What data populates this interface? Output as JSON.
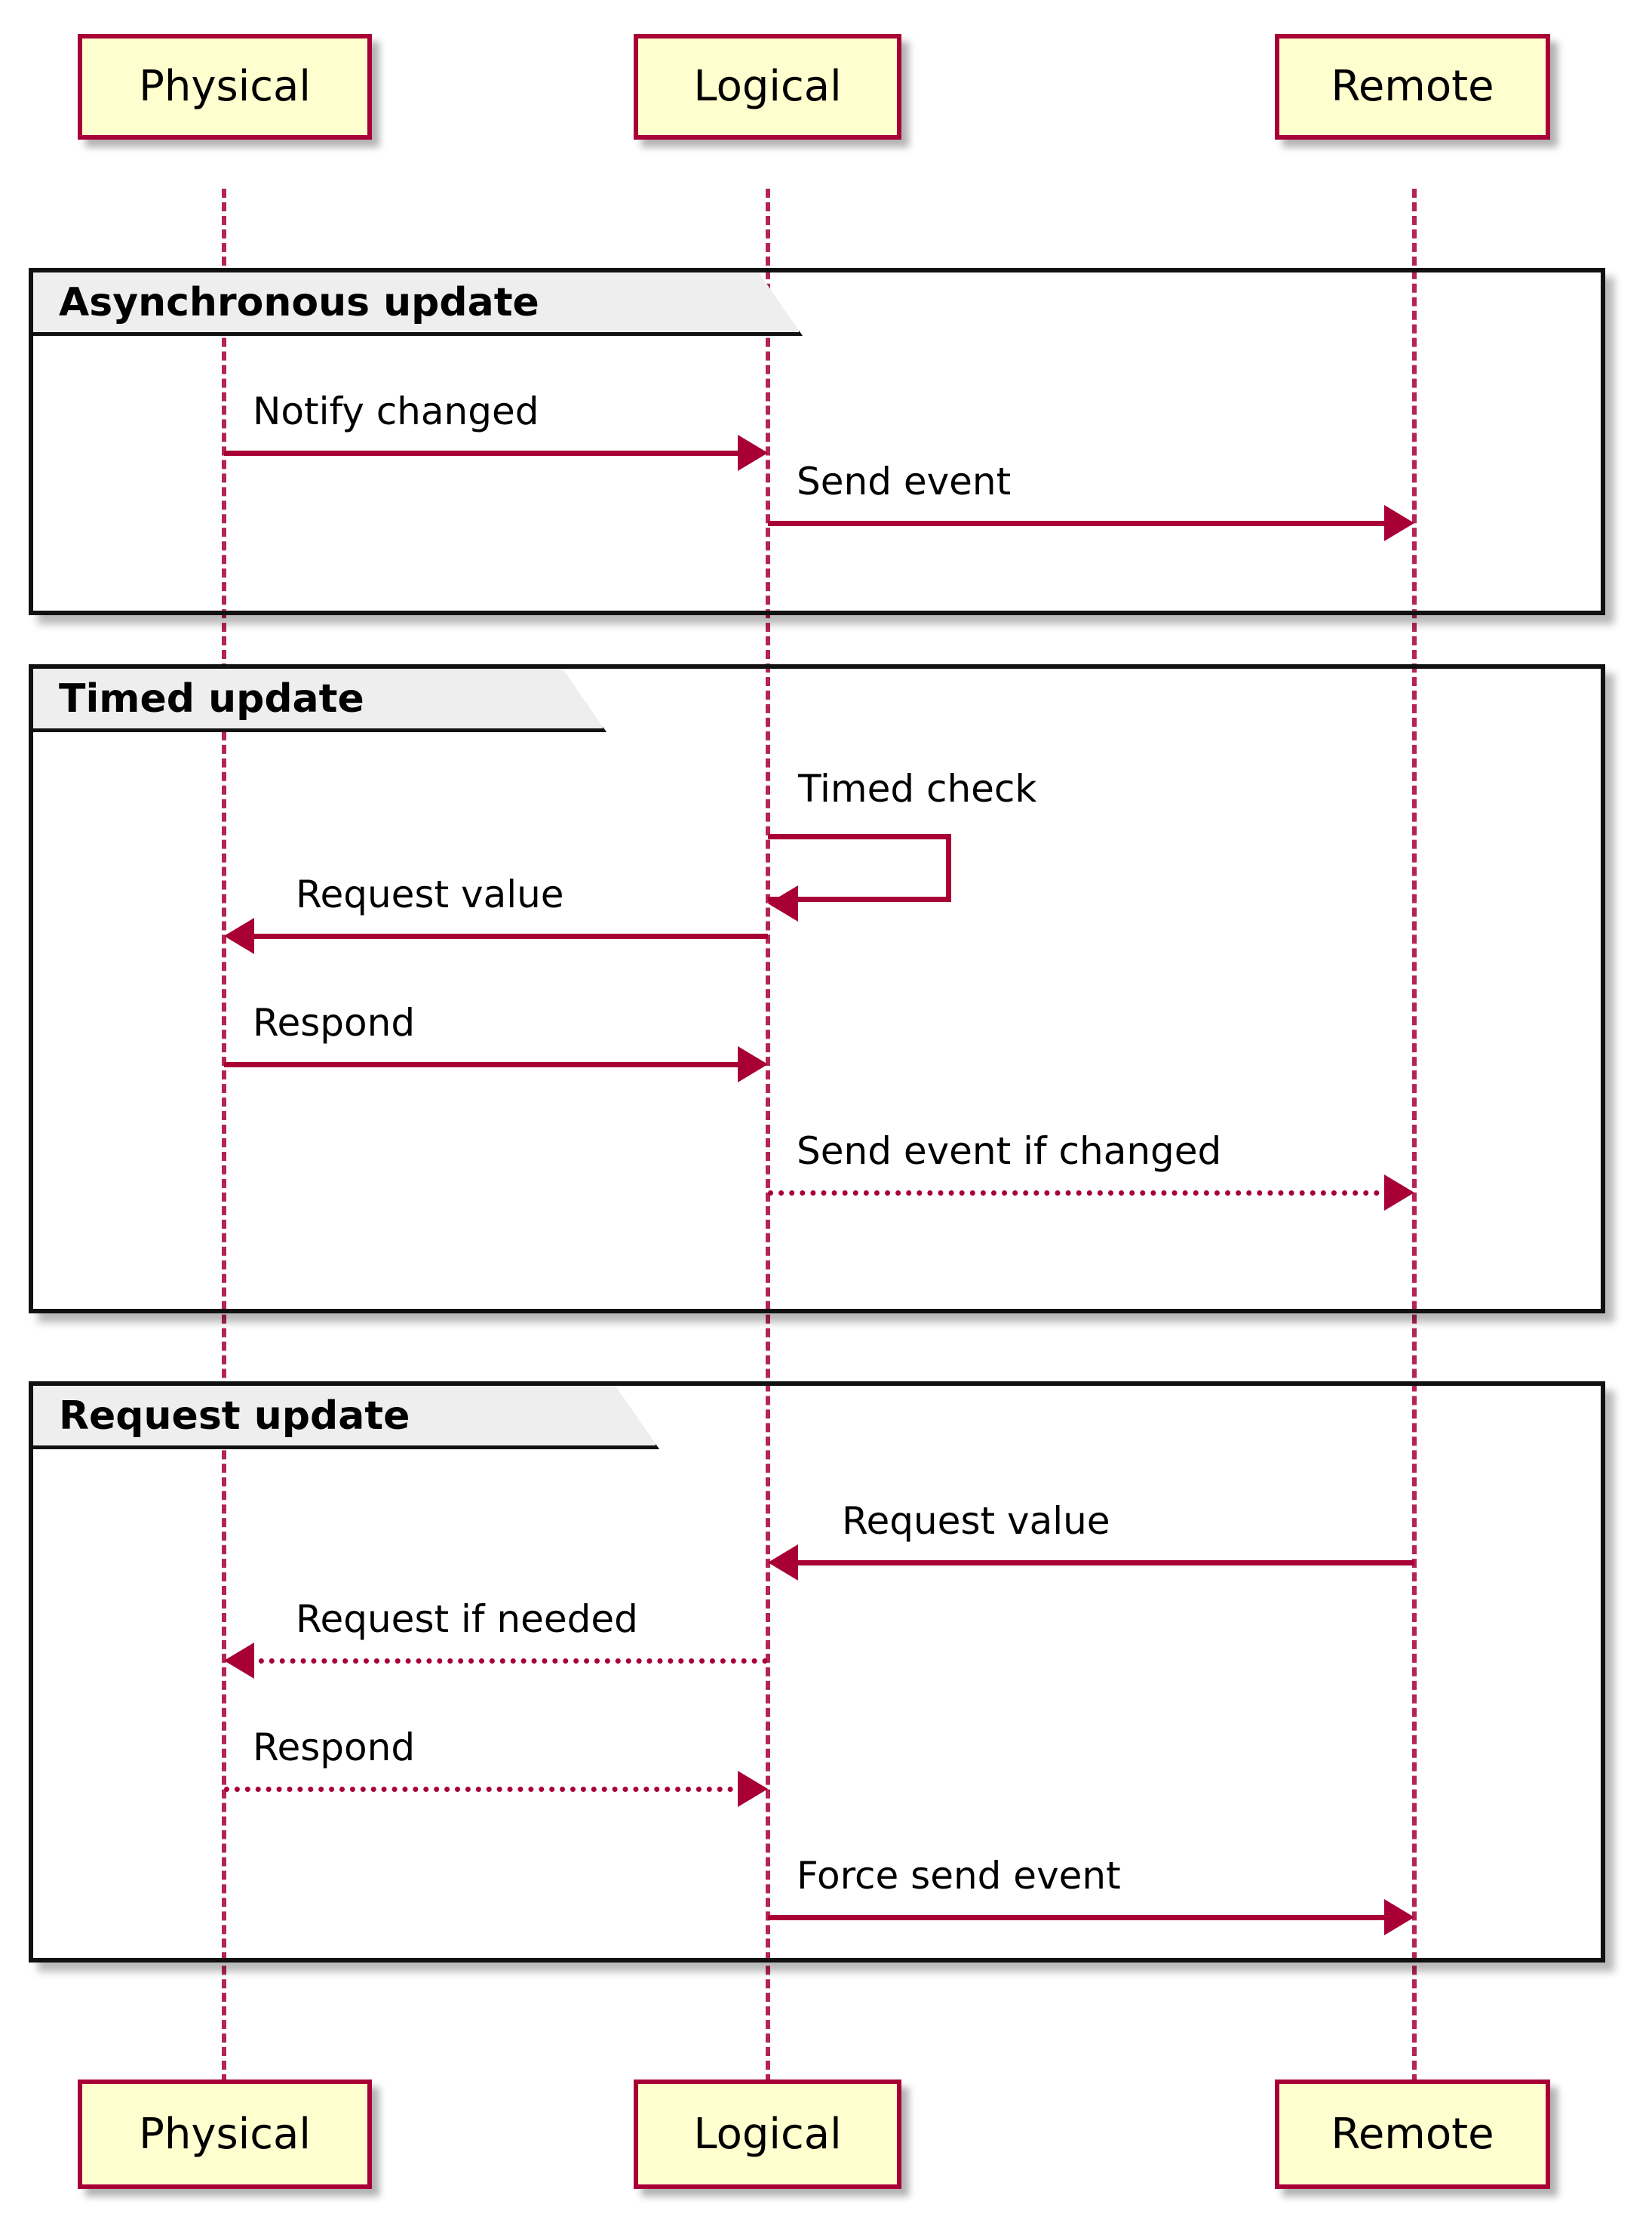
{
  "diagram": {
    "type": "uml-sequence-diagram",
    "colors": {
      "accent": "#A80036",
      "participant_fill": "#FEFECE",
      "frame_border": "#111111",
      "frame_tab_fill": "#EEEEEE",
      "text": "#000000"
    }
  },
  "participants": [
    {
      "id": "physical",
      "label": "Physical"
    },
    {
      "id": "logical",
      "label": "Logical"
    },
    {
      "id": "remote",
      "label": "Remote"
    }
  ],
  "participants_footer": [
    {
      "id": "physical",
      "label": "Physical"
    },
    {
      "id": "logical",
      "label": "Logical"
    },
    {
      "id": "remote",
      "label": "Remote"
    }
  ],
  "frames": [
    {
      "id": "asynchronous-update",
      "label": "Asynchronous update",
      "messages": [
        {
          "id": "notify-changed",
          "label": "Notify changed",
          "from": "physical",
          "to": "logical",
          "style": "solid",
          "direction": "right"
        },
        {
          "id": "send-event",
          "label": "Send event",
          "from": "logical",
          "to": "remote",
          "style": "solid",
          "direction": "right"
        }
      ]
    },
    {
      "id": "timed-update",
      "label": "Timed update",
      "messages": [
        {
          "id": "timed-check",
          "label": "Timed check",
          "from": "logical",
          "to": "logical",
          "style": "solid",
          "direction": "self"
        },
        {
          "id": "request-value-timed",
          "label": "Request value",
          "from": "logical",
          "to": "physical",
          "style": "solid",
          "direction": "left"
        },
        {
          "id": "respond-timed",
          "label": "Respond",
          "from": "physical",
          "to": "logical",
          "style": "solid",
          "direction": "right"
        },
        {
          "id": "send-event-if-changed",
          "label": "Send event if changed",
          "from": "logical",
          "to": "remote",
          "style": "dotted",
          "direction": "right"
        }
      ]
    },
    {
      "id": "request-update",
      "label": "Request update",
      "messages": [
        {
          "id": "request-value-remote",
          "label": "Request value",
          "from": "remote",
          "to": "logical",
          "style": "solid",
          "direction": "left"
        },
        {
          "id": "request-if-needed",
          "label": "Request if needed",
          "from": "logical",
          "to": "physical",
          "style": "dotted",
          "direction": "left"
        },
        {
          "id": "respond-request",
          "label": "Respond",
          "from": "physical",
          "to": "logical",
          "style": "dotted",
          "direction": "right"
        },
        {
          "id": "force-send-event",
          "label": "Force send event",
          "from": "logical",
          "to": "remote",
          "style": "solid",
          "direction": "right"
        }
      ]
    }
  ]
}
